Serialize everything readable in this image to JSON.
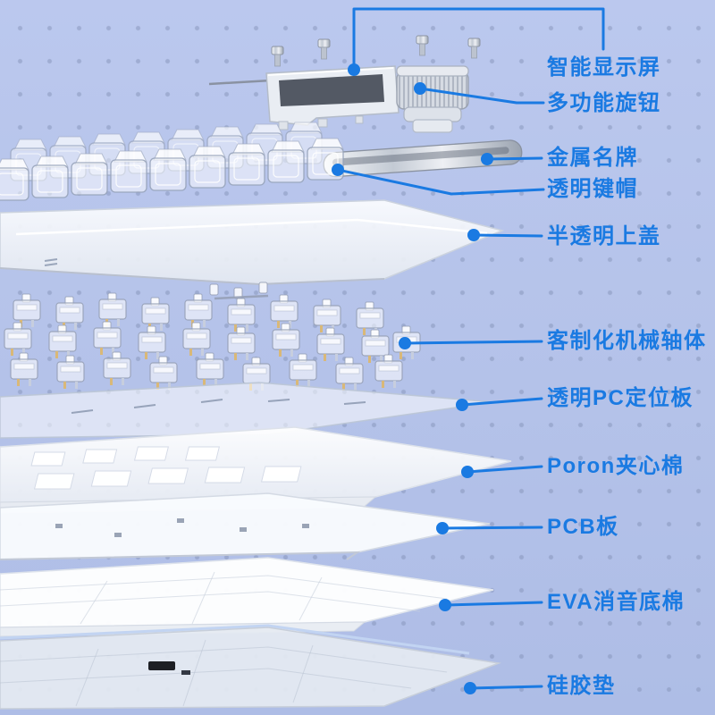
{
  "colors": {
    "background": "#b6c4ea",
    "accent": "#1a7ae2",
    "dot_grid": "#8290b2"
  },
  "labels": [
    {
      "id": "smart-display",
      "text": "智能显示屏"
    },
    {
      "id": "multi-function-knob",
      "text": "多功能旋钮"
    },
    {
      "id": "metal-nameplate",
      "text": "金属名牌"
    },
    {
      "id": "transparent-keycaps",
      "text": "透明键帽"
    },
    {
      "id": "semi-transparent-top-case",
      "text": "半透明上盖"
    },
    {
      "id": "custom-mechanical-switches",
      "text": "客制化机械轴体"
    },
    {
      "id": "transparent-pc-plate",
      "text": "透明PC定位板"
    },
    {
      "id": "poron-sandwich-foam",
      "text": "Poron夹心棉"
    },
    {
      "id": "pcb-board",
      "text": "PCB板"
    },
    {
      "id": "eva-sound-dampening-foam",
      "text": "EVA消音底棉"
    },
    {
      "id": "silicone-pad",
      "text": "硅胶垫"
    }
  ]
}
